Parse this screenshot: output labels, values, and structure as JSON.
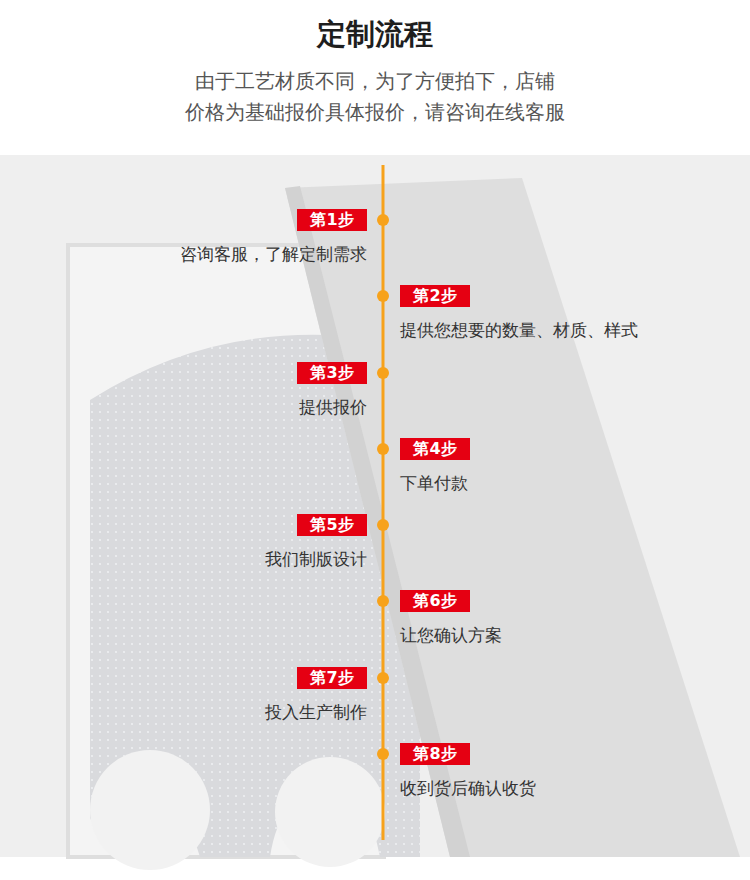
{
  "diagram": {
    "title": "定制流程",
    "caption": "由于工艺材质不同，为了方便拍下，店铺 价格为基础报价具体报价，请咨询在线客服",
    "nodes": [
      {
        "text": [
          "第1步",
          "咨询客服，了解定制需求"
        ]
      },
      {
        "text": [
          "第2步",
          "提供您想要的数量、材质、样式"
        ]
      },
      {
        "text": [
          "第3步",
          "提供报价"
        ]
      },
      {
        "text": [
          "第4步",
          "下单付款"
        ]
      },
      {
        "text": [
          "第5步",
          "我们制版设计"
        ]
      },
      {
        "text": [
          "第6步",
          "让您确认方案"
        ]
      },
      {
        "text": [
          "第7步",
          "投入生产制作"
        ]
      },
      {
        "text": [
          "第8步",
          "收到货后确认收货"
        ]
      }
    ]
  }
}
